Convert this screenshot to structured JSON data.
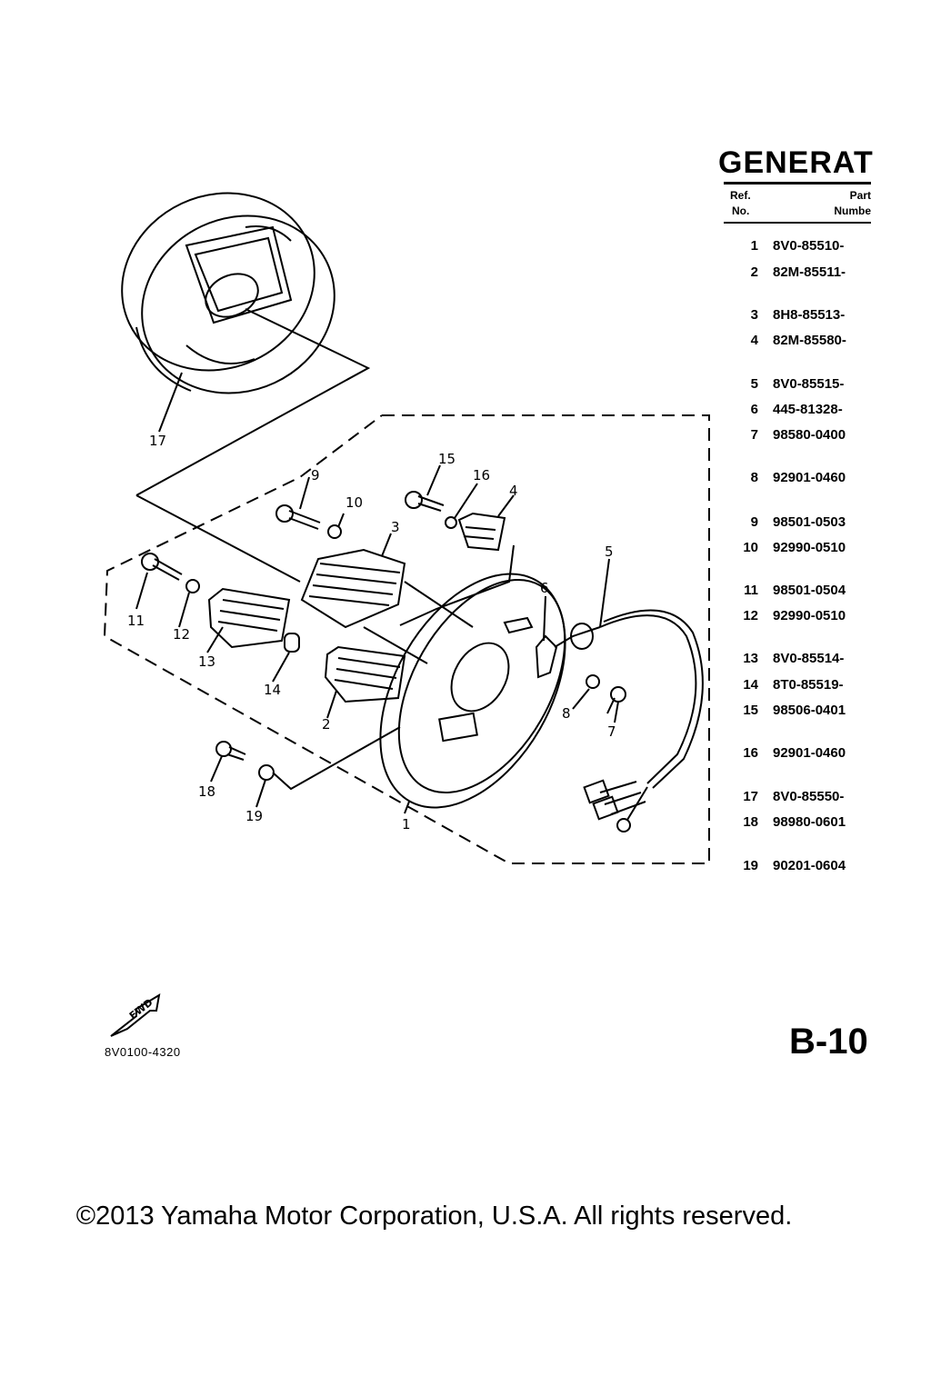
{
  "title": "GENERAT",
  "table_header": {
    "ref_line1": "Ref.",
    "ref_line2": "No.",
    "part_line1": "Part",
    "part_line2": "Numbe"
  },
  "rows": [
    {
      "ref": "1",
      "part": "8V0-85510-"
    },
    {
      "ref": "2",
      "part": "82M-85511-"
    },
    {
      "ref": "3",
      "part": "8H8-85513-"
    },
    {
      "ref": "4",
      "part": "82M-85580-"
    },
    {
      "ref": "5",
      "part": "8V0-85515-"
    },
    {
      "ref": "6",
      "part": "445-81328-"
    },
    {
      "ref": "7",
      "part": "98580-0400"
    },
    {
      "ref": "8",
      "part": "92901-0460"
    },
    {
      "ref": "9",
      "part": "98501-0503"
    },
    {
      "ref": "10",
      "part": "92990-0510"
    },
    {
      "ref": "11",
      "part": "98501-0504"
    },
    {
      "ref": "12",
      "part": "92990-0510"
    },
    {
      "ref": "13",
      "part": "8V0-85514-"
    },
    {
      "ref": "14",
      "part": "8T0-85519-"
    },
    {
      "ref": "15",
      "part": "98506-0401"
    },
    {
      "ref": "16",
      "part": "92901-0460"
    },
    {
      "ref": "17",
      "part": "8V0-85550-"
    },
    {
      "ref": "18",
      "part": "98980-0601"
    },
    {
      "ref": "19",
      "part": "90201-0604"
    }
  ],
  "callouts": [
    "17",
    "15",
    "9",
    "16",
    "10",
    "4",
    "3",
    "5",
    "11",
    "12",
    "6",
    "13",
    "14",
    "2",
    "8",
    "7",
    "18",
    "19",
    "1"
  ],
  "fwd_label": "FWD",
  "drawing_number": "8V0100-4320",
  "page_id": "B-10",
  "copyright": "©2013 Yamaha Motor Corporation, U.S.A. All rights reserved."
}
